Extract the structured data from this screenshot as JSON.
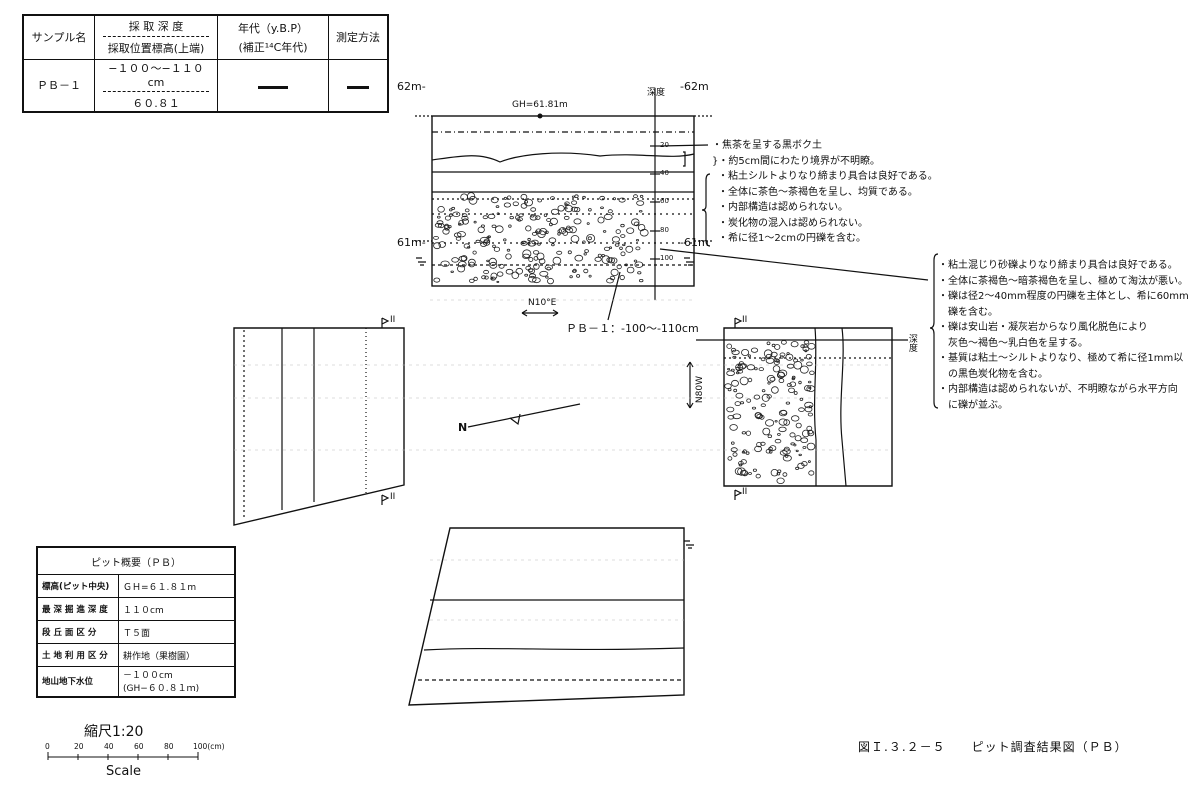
{
  "sample_table": {
    "h_sample": "サンプル名",
    "h_depth_top": "採 取 深 度",
    "h_depth_bottom": "採取位置標高(上端)",
    "h_age_top": "年代（y.B.P）",
    "h_age_bottom": "(補正¹⁴C年代)",
    "h_method": "測定方法",
    "sample_name": "ＰＢ－１",
    "depth_range": "−１００～−１１０cm",
    "elevation": "６０.８１"
  },
  "elevation_labels": {
    "left_top": "62m-",
    "right_top": "-62m",
    "left_mid": "61m-",
    "right_mid": "-61m",
    "depth_label": "深度",
    "gh": "GH=61.81m",
    "depth_ticks": [
      "20",
      "40",
      "60",
      "80",
      "100"
    ]
  },
  "layer_notes_upper": [
    "焦茶を呈する黒ボク土",
    "約5cm間にわたり境界が不明瞭。",
    "粘土シルトよりなり締まり具合は良好である。",
    "全体に茶色～茶褐色を呈し、均質である。",
    "内部構造は認められない。",
    "炭化物の混入は認められない。",
    "希に径1～2cmの円礫を含む。"
  ],
  "layer_notes_lower": [
    "粘土混じり砂礫よりなり締まり具合は良好である。",
    "全体に茶褐色～暗茶褐色を呈し、極めて淘汰が悪い。",
    "礫は径2～40mm程度の円礫を主体とし、希に60mmの",
    "礫を含む。",
    "礫は安山岩・凝灰岩からなり風化脱色により",
    "灰色～褐色～乳白色を呈する。",
    "基質は粘土～シルトよりなり、極めて希に径1mm以",
    "の黒色炭化物を含む。",
    "内部構造は認められないが、不明瞭ながら水平方向",
    "に礫が並ぶ。"
  ],
  "direction_labels": {
    "n10e": "N10°E",
    "n80w": "N80W",
    "north": "N",
    "sample_mark": "ＰＢ－１：-100～-110cm",
    "section_ii": "II",
    "depth_right": "深度"
  },
  "overview": {
    "title": "ピット概要（ＰＢ）",
    "rows": [
      {
        "key": "標高(ピット中央)",
        "value": "ＧＨ=６１.８１m"
      },
      {
        "key": "最 深 掘 進 深 度",
        "value": "１１０cm"
      },
      {
        "key": "段 丘 面 区 分",
        "value": "Ｔ５面"
      },
      {
        "key": "土 地 利 用 区 分",
        "value": "耕作地（果樹園）"
      },
      {
        "key": "地山地下水位",
        "value": "－１００cm",
        "value2": "(GH−６０.８１ｍ)"
      }
    ]
  },
  "scale": {
    "title": "縮尺1:20",
    "ticks": [
      "0",
      "20",
      "40",
      "60",
      "80",
      "100(cm)"
    ],
    "label": "Scale"
  },
  "caption": "図Ｉ.３.２－５　　ピット調査結果図（ＰＢ）"
}
